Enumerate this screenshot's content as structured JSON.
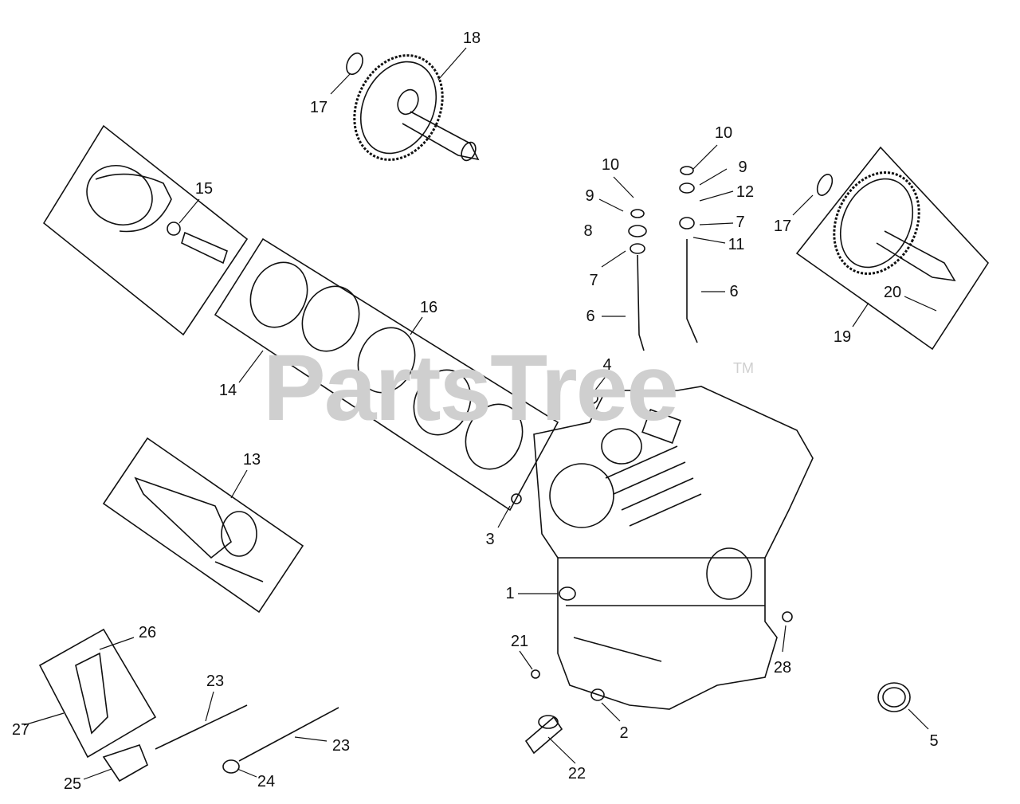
{
  "watermark": {
    "text": "PartsTree",
    "tm": "TM"
  },
  "callouts": [
    {
      "id": "c18a",
      "text": "18"
    },
    {
      "id": "c17a",
      "text": "17"
    },
    {
      "id": "c15",
      "text": "15"
    },
    {
      "id": "c10a",
      "text": "10"
    },
    {
      "id": "c10b",
      "text": "10"
    },
    {
      "id": "c9a",
      "text": "9"
    },
    {
      "id": "c9b",
      "text": "9"
    },
    {
      "id": "c12",
      "text": "12"
    },
    {
      "id": "c8",
      "text": "8"
    },
    {
      "id": "c7a",
      "text": "7"
    },
    {
      "id": "c7b",
      "text": "7"
    },
    {
      "id": "c11",
      "text": "11"
    },
    {
      "id": "c6a",
      "text": "6"
    },
    {
      "id": "c6b",
      "text": "6"
    },
    {
      "id": "c17b",
      "text": "17"
    },
    {
      "id": "c20",
      "text": "20"
    },
    {
      "id": "c19",
      "text": "19"
    },
    {
      "id": "c16",
      "text": "16"
    },
    {
      "id": "c14",
      "text": "14"
    },
    {
      "id": "c4",
      "text": "4"
    },
    {
      "id": "c13",
      "text": "13"
    },
    {
      "id": "c3",
      "text": "3"
    },
    {
      "id": "c1",
      "text": "1"
    },
    {
      "id": "c21",
      "text": "21"
    },
    {
      "id": "c28",
      "text": "28"
    },
    {
      "id": "c26",
      "text": "26"
    },
    {
      "id": "c23a",
      "text": "23"
    },
    {
      "id": "c27",
      "text": "27"
    },
    {
      "id": "c23b",
      "text": "23"
    },
    {
      "id": "c2",
      "text": "2"
    },
    {
      "id": "c5",
      "text": "5"
    },
    {
      "id": "c25",
      "text": "25"
    },
    {
      "id": "c24",
      "text": "24"
    },
    {
      "id": "c22",
      "text": "22"
    }
  ]
}
